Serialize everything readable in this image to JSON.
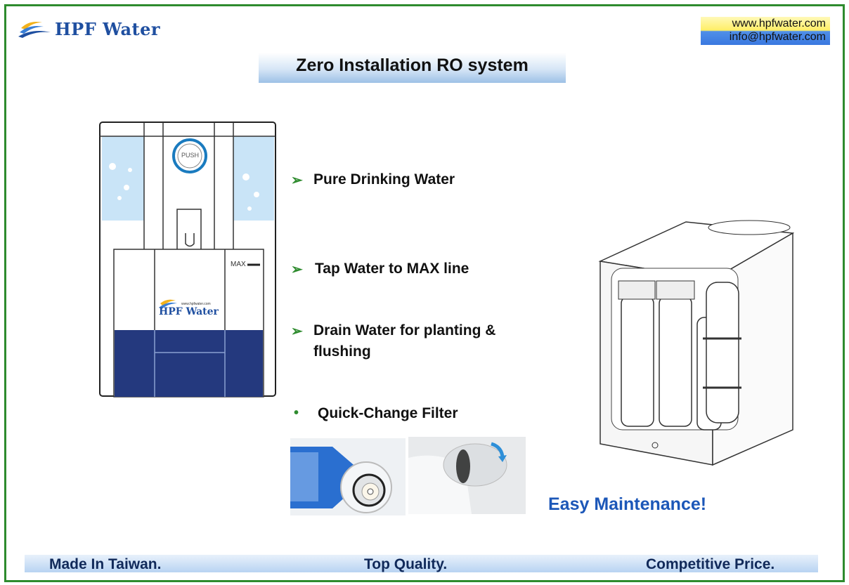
{
  "logo": {
    "text": "HPF Water",
    "icon": "wave-logo-icon"
  },
  "contact": {
    "website": "www.hpfwater.com",
    "email": "info@hpfwater.com"
  },
  "title": "Zero Installation RO system",
  "features": [
    {
      "label": "Pure Drinking Water",
      "bullet": "➢"
    },
    {
      "label": "Tap Water to MAX line",
      "bullet": "➢"
    },
    {
      "label": "Drain Water for planting &",
      "label2": "flushing",
      "bullet": "➢"
    },
    {
      "label": "Quick-Change Filter",
      "bullet": "•"
    }
  ],
  "dispenser": {
    "push_label": "PUSH",
    "max_label": "MAX",
    "small_site": "www.hpfwater.com",
    "small_logo": "HPF Water"
  },
  "easy": "Easy Maintenance!",
  "bottom": {
    "left": "Made In Taiwan.",
    "center": "Top Quality.",
    "right": "Competitive Price."
  },
  "colors": {
    "frame": "#2e8b2e",
    "navy_tank": "#24397e",
    "accent_blue": "#1c57b8",
    "water_blue": "#c9e4f7"
  }
}
